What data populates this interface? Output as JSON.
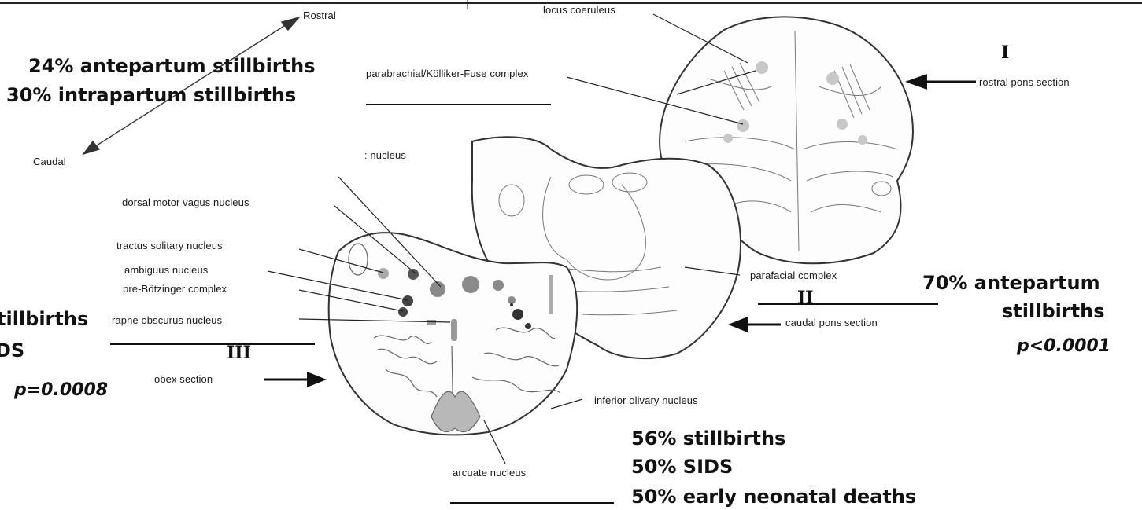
{
  "orientation": {
    "rostral": "Rostral",
    "caudal": "Caudal"
  },
  "sections": {
    "rostral_pons": {
      "numeral": "I",
      "label": "rostral pons section"
    },
    "caudal_pons": {
      "numeral": "II",
      "label": "caudal pons section"
    },
    "obex": {
      "numeral": "III",
      "label": "obex section"
    }
  },
  "nuclei": {
    "locus_coeruleus": "locus coeruleus",
    "parabrachial": "parabrachial/Kölliker-Fuse complex",
    "nucleus_partial": ": nucleus",
    "dorsal_motor_vagus": "dorsal motor vagus nucleus",
    "tractus_solitary": "tractus solitary nucleus",
    "ambiguus": "ambiguus nucleus",
    "pre_botzinger": "pre-Bötzinger complex",
    "raphe_obscurus": "raphe obscurus nucleus",
    "parafacial": "parafacial complex",
    "inferior_olivary": "inferior olivary nucleus",
    "arcuate": "arcuate nucleus"
  },
  "stats": {
    "rostral": [
      "24% antepartum stillbirths",
      "30% intrapartum stillbirths"
    ],
    "caudal_pons": [
      "70% antepartum",
      "stillbirths"
    ],
    "caudal_pons_p": "p<0.0001",
    "obex_left": [
      "tillbirths",
      "DS"
    ],
    "obex_p": "p=0.0008",
    "bottom": [
      "56% stillbirths",
      "50% SIDS",
      "50% early neonatal deaths"
    ]
  },
  "colors": {
    "ink": "#1a1a1a",
    "nucleus_fill": "#8a8a8a",
    "nucleus_dark": "#444444",
    "light_dot": "#c8c8c8"
  }
}
